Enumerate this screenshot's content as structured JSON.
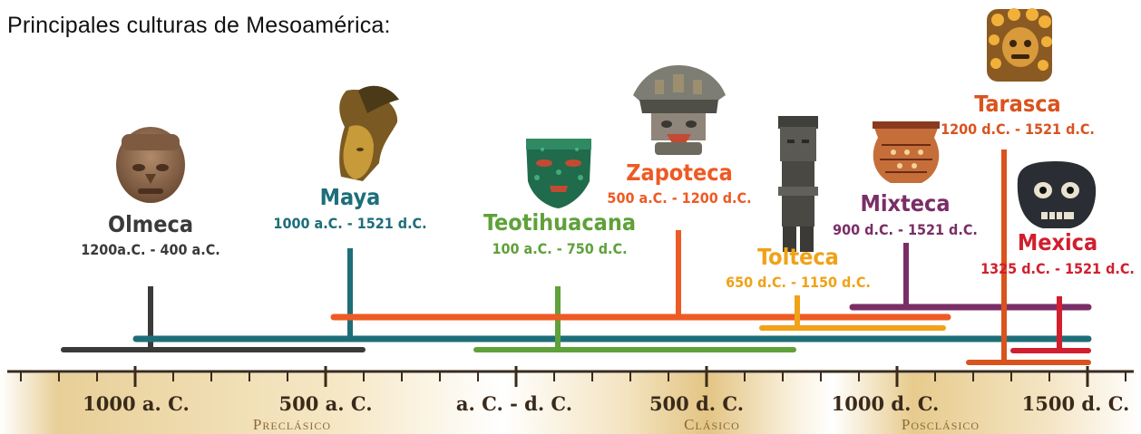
{
  "title": "Principales culturas de Mesoamérica:",
  "scale_labels": [
    "1000 a. C.",
    "500 a. C.",
    "a. C. - d. C.",
    "500 d. C.",
    "1000 d. C.",
    "1500 d. C."
  ],
  "periods": [
    {
      "name": "Preclásico"
    },
    {
      "name": "Clásico"
    },
    {
      "name": "Posclásico"
    }
  ],
  "cultures": [
    {
      "name": "Olmeca",
      "dates": "1200a.C. - 400 a.C.",
      "color": "#3a3a3a",
      "image": "olmec-head"
    },
    {
      "name": "Maya",
      "dates": "1000 a.C. - 1521 d.C.",
      "color": "#1e6e79",
      "image": "maya-head"
    },
    {
      "name": "Teotihuacana",
      "dates": "100 a.C. - 750 d.C.",
      "color": "#5fa13a",
      "image": "teotihuacan-mask"
    },
    {
      "name": "Zapoteca",
      "dates": "500 a.C. - 1200 d.C.",
      "color": "#ee5a24",
      "image": "zapotec-urn"
    },
    {
      "name": "Tolteca",
      "dates": "650 d.C. - 1150 d.C.",
      "color": "#f0a218",
      "image": "toltec-atlante"
    },
    {
      "name": "Mixteca",
      "dates": "900 d.C. - 1521 d.C.",
      "color": "#7a2e67",
      "image": "mixtec-vessel"
    },
    {
      "name": "Tarasca",
      "dates": "1200 d.C. - 1521 d.C.",
      "color": "#d9531e",
      "image": "tarascan-figure"
    },
    {
      "name": "Mexica",
      "dates": "1325 d.C. - 1521 d.C.",
      "color": "#d11f2e",
      "image": "mexica-skull"
    }
  ]
}
